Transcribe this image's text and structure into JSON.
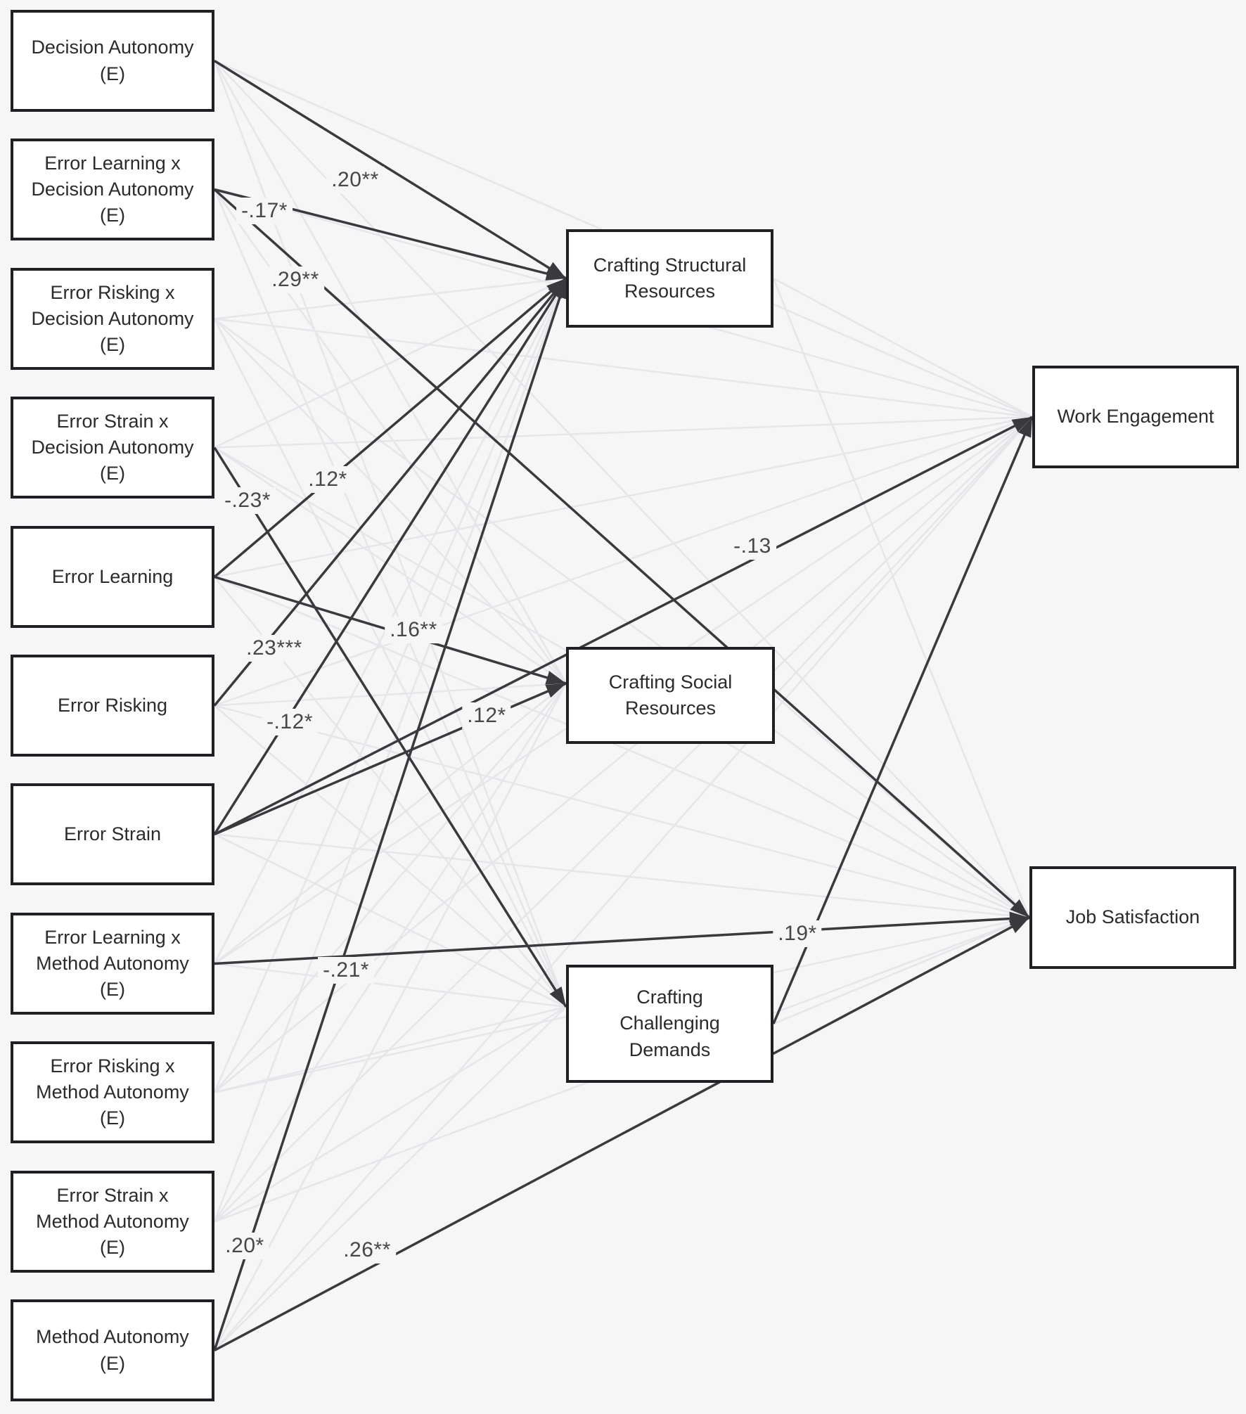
{
  "figure": {
    "type": "structural-path-diagram",
    "colors": {
      "background": "#f6f6f7",
      "box_fill": "#ffffff",
      "box_border": "#202024",
      "box_text": "#2b2b2f",
      "significant_path": "#3a3a3e",
      "nonsignificant_path": "#e6e6ea",
      "coefficient_text": "#47474b"
    }
  },
  "nodes": {
    "left": [
      {
        "id": "da",
        "lines": [
          "Decision Autonomy",
          "(E)"
        ]
      },
      {
        "id": "elxda",
        "lines": [
          "Error Learning x",
          "Decision Autonomy",
          "(E)"
        ]
      },
      {
        "id": "erxda",
        "lines": [
          "Error Risking x",
          "Decision Autonomy",
          "(E)"
        ]
      },
      {
        "id": "esxda",
        "lines": [
          "Error Strain x",
          "Decision Autonomy",
          "(E)"
        ]
      },
      {
        "id": "el",
        "lines": [
          "Error Learning"
        ]
      },
      {
        "id": "er",
        "lines": [
          "Error Risking"
        ]
      },
      {
        "id": "es",
        "lines": [
          "Error Strain"
        ]
      },
      {
        "id": "elxma",
        "lines": [
          "Error Learning x",
          "Method Autonomy",
          "(E)"
        ]
      },
      {
        "id": "erxma",
        "lines": [
          "Error Risking x",
          "Method Autonomy",
          "(E)"
        ]
      },
      {
        "id": "esxma",
        "lines": [
          "Error Strain x",
          "Method Autonomy",
          "(E)"
        ]
      },
      {
        "id": "ma",
        "lines": [
          "Method Autonomy",
          "(E)"
        ]
      }
    ],
    "mediators": [
      {
        "id": "csr",
        "lines": [
          "Crafting Structural",
          "Resources"
        ]
      },
      {
        "id": "csor",
        "lines": [
          "Crafting Social",
          "Resources"
        ]
      },
      {
        "id": "ccd",
        "lines": [
          "Crafting",
          "Challenging",
          "Demands"
        ]
      }
    ],
    "outcomes": [
      {
        "id": "we",
        "lines": [
          "Work Engagement"
        ]
      },
      {
        "id": "js",
        "lines": [
          "Job Satisfaction"
        ]
      }
    ]
  },
  "edges": {
    "significant": [
      {
        "from": "da",
        "to": "csr",
        "coef": ".20**"
      },
      {
        "from": "elxda",
        "to": "csr",
        "coef": "-.17*"
      },
      {
        "from": "elxda",
        "to": "js",
        "coef": ".29**"
      },
      {
        "from": "esxda",
        "to": "ccd",
        "coef": "-.23*"
      },
      {
        "from": "el",
        "to": "csr",
        "coef": ".12*"
      },
      {
        "from": "el",
        "to": "csor",
        "coef": ".16**"
      },
      {
        "from": "er",
        "to": "csr",
        "coef": ".23***"
      },
      {
        "from": "es",
        "to": "csr",
        "coef": "-.12*"
      },
      {
        "from": "es",
        "to": "csor",
        "coef": ".12*"
      },
      {
        "from": "es",
        "to": "we",
        "coef": "-.13"
      },
      {
        "from": "elxma",
        "to": "js",
        "coef": "-.21*"
      },
      {
        "from": "ma",
        "to": "csr",
        "coef": ".20*"
      },
      {
        "from": "ma",
        "to": "js",
        "coef": ".26**"
      },
      {
        "from": "ccd",
        "to": "we",
        "coef": ".19*"
      }
    ],
    "nonsignificant": [
      {
        "from": "da",
        "to": "csor"
      },
      {
        "from": "da",
        "to": "ccd"
      },
      {
        "from": "da",
        "to": "we"
      },
      {
        "from": "da",
        "to": "js"
      },
      {
        "from": "elxda",
        "to": "csor"
      },
      {
        "from": "elxda",
        "to": "ccd"
      },
      {
        "from": "elxda",
        "to": "we"
      },
      {
        "from": "erxda",
        "to": "csr"
      },
      {
        "from": "erxda",
        "to": "csor"
      },
      {
        "from": "erxda",
        "to": "ccd"
      },
      {
        "from": "erxda",
        "to": "we"
      },
      {
        "from": "erxda",
        "to": "js"
      },
      {
        "from": "esxda",
        "to": "csr"
      },
      {
        "from": "esxda",
        "to": "csor"
      },
      {
        "from": "esxda",
        "to": "we"
      },
      {
        "from": "esxda",
        "to": "js"
      },
      {
        "from": "el",
        "to": "ccd"
      },
      {
        "from": "el",
        "to": "we"
      },
      {
        "from": "el",
        "to": "js"
      },
      {
        "from": "er",
        "to": "csor"
      },
      {
        "from": "er",
        "to": "ccd"
      },
      {
        "from": "er",
        "to": "we"
      },
      {
        "from": "er",
        "to": "js"
      },
      {
        "from": "es",
        "to": "ccd"
      },
      {
        "from": "es",
        "to": "js"
      },
      {
        "from": "elxma",
        "to": "csr"
      },
      {
        "from": "elxma",
        "to": "csor"
      },
      {
        "from": "elxma",
        "to": "ccd"
      },
      {
        "from": "elxma",
        "to": "we"
      },
      {
        "from": "erxma",
        "to": "csr"
      },
      {
        "from": "erxma",
        "to": "csor"
      },
      {
        "from": "erxma",
        "to": "ccd"
      },
      {
        "from": "erxma",
        "to": "we"
      },
      {
        "from": "erxma",
        "to": "js"
      },
      {
        "from": "esxma",
        "to": "csr"
      },
      {
        "from": "esxma",
        "to": "csor"
      },
      {
        "from": "esxma",
        "to": "ccd"
      },
      {
        "from": "esxma",
        "to": "we"
      },
      {
        "from": "esxma",
        "to": "js"
      },
      {
        "from": "ma",
        "to": "csor"
      },
      {
        "from": "ma",
        "to": "ccd"
      },
      {
        "from": "ma",
        "to": "we"
      },
      {
        "from": "csr",
        "to": "we"
      },
      {
        "from": "csr",
        "to": "js"
      },
      {
        "from": "csor",
        "to": "we"
      },
      {
        "from": "csor",
        "to": "js"
      },
      {
        "from": "ccd",
        "to": "js"
      }
    ]
  }
}
